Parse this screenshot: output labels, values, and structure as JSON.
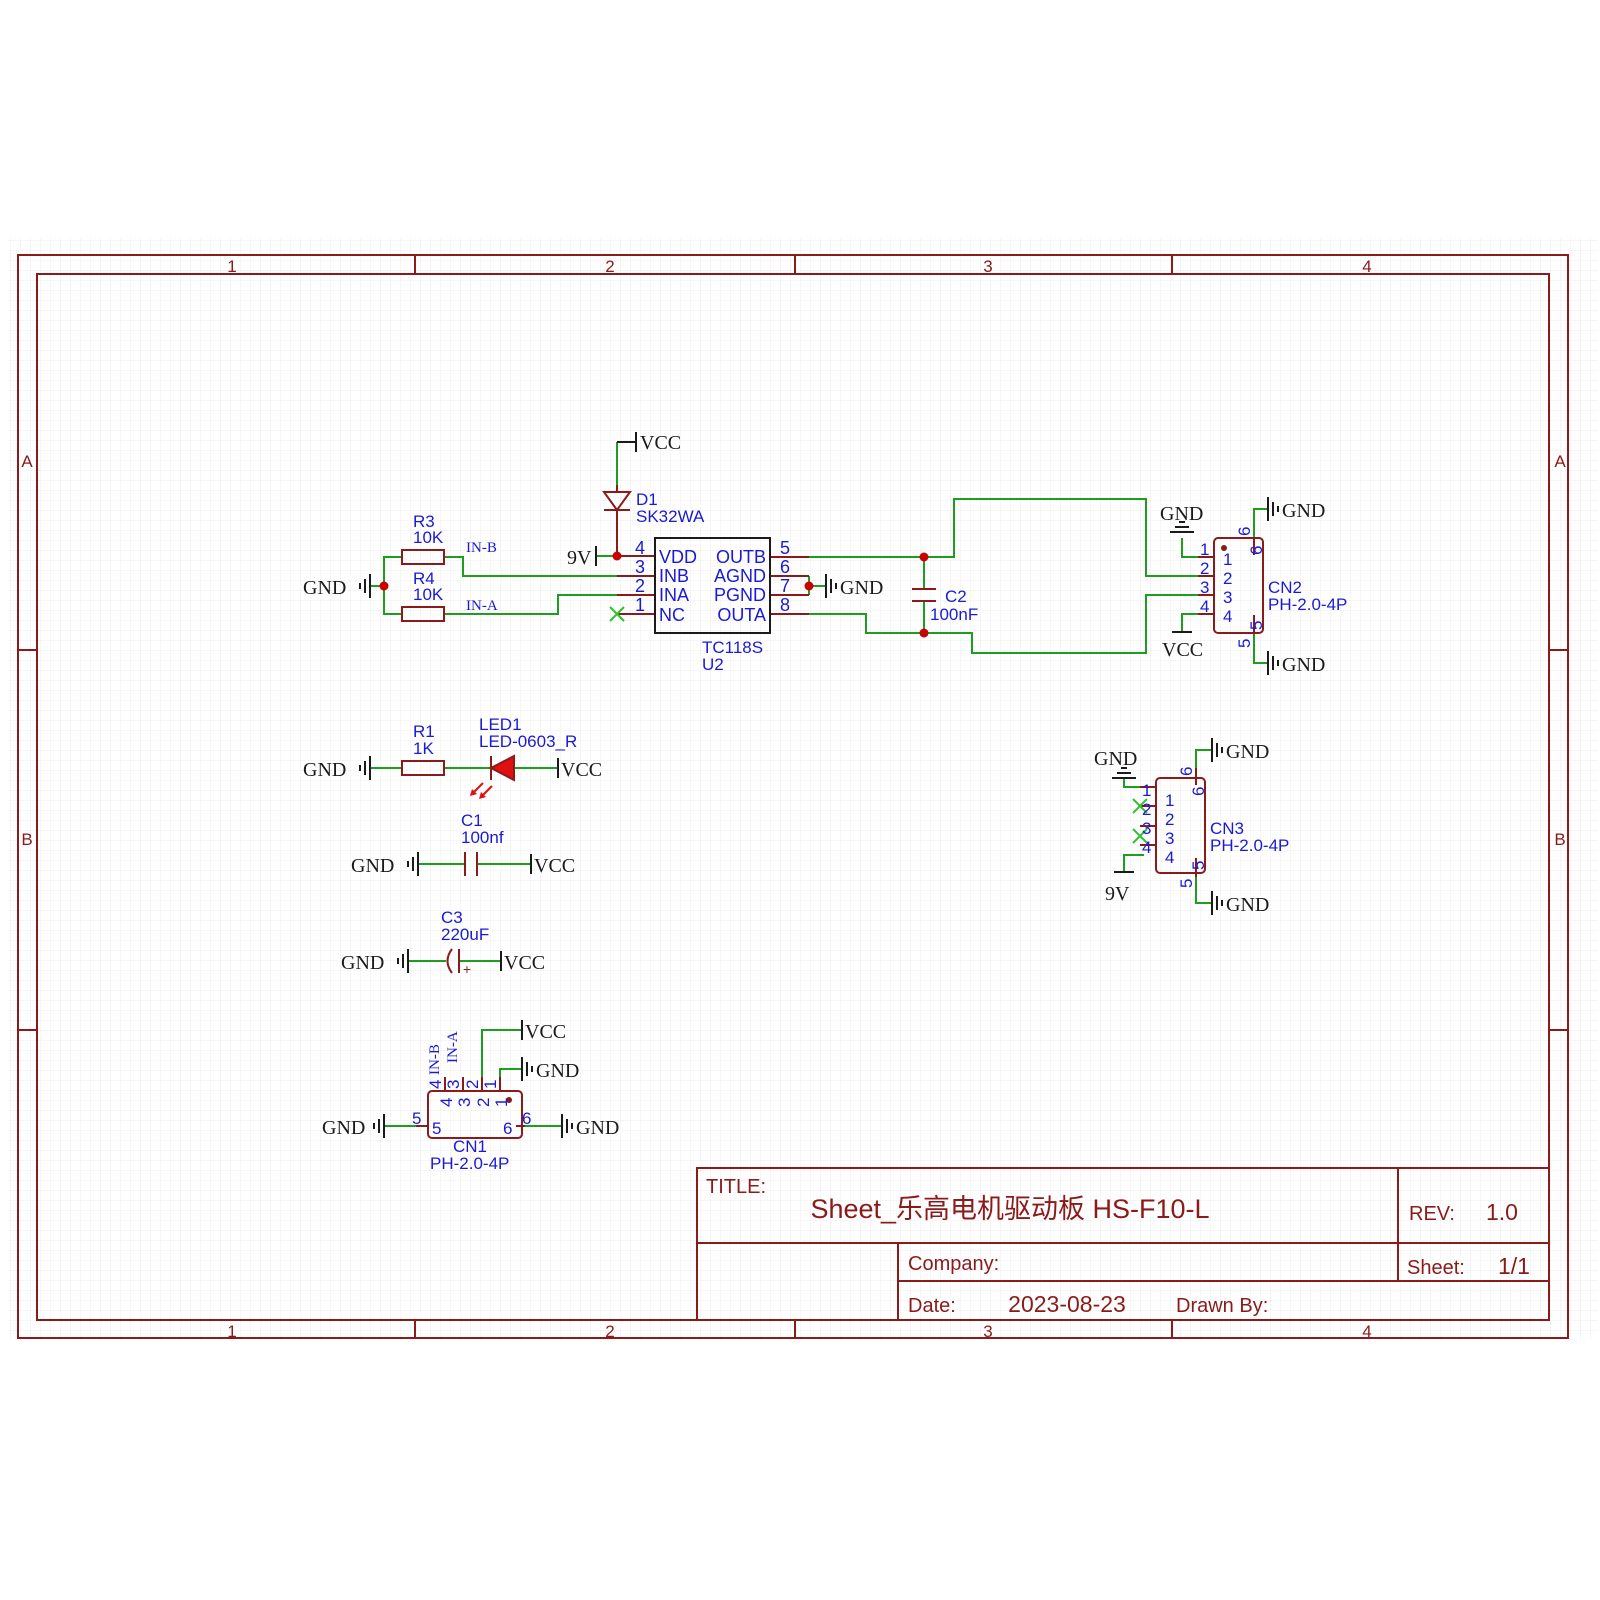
{
  "frame": {
    "columns": [
      "1",
      "2",
      "3",
      "4"
    ],
    "rows": [
      "A",
      "B"
    ]
  },
  "title_block": {
    "title_label": "TITLE:",
    "title": "Sheet_乐高电机驱动板 HS-F10-L",
    "rev_label": "REV:",
    "rev": "1.0",
    "company_label": "Company:",
    "sheet_label": "Sheet:",
    "sheet": "1/1",
    "date_label": "Date:",
    "date": "2023-08-23",
    "drawn_by_label": "Drawn By:"
  },
  "nets": {
    "vcc": "VCC",
    "gnd": "GND",
    "v9": "9V",
    "in_a": "IN-A",
    "in_b": "IN-B"
  },
  "components": {
    "d1": {
      "ref": "D1",
      "value": "SK32WA"
    },
    "r3": {
      "ref": "R3",
      "value": "10K"
    },
    "r4": {
      "ref": "R4",
      "value": "10K"
    },
    "u2": {
      "ref": "U2",
      "value": "TC118S",
      "left_pins": [
        {
          "num": "4",
          "name": "VDD"
        },
        {
          "num": "3",
          "name": "INB"
        },
        {
          "num": "2",
          "name": "INA"
        },
        {
          "num": "1",
          "name": "NC"
        }
      ],
      "right_pins": [
        {
          "num": "5",
          "name": "OUTB"
        },
        {
          "num": "6",
          "name": "AGND"
        },
        {
          "num": "7",
          "name": "PGND"
        },
        {
          "num": "8",
          "name": "OUTA"
        }
      ]
    },
    "c2": {
      "ref": "C2",
      "value": "100nF"
    },
    "cn2": {
      "ref": "CN2",
      "value": "PH-2.0-4P",
      "pins": [
        "1",
        "2",
        "3",
        "4",
        "5",
        "6"
      ]
    },
    "r1": {
      "ref": "R1",
      "value": "1K"
    },
    "led1": {
      "ref": "LED1",
      "value": "LED-0603_R"
    },
    "c1": {
      "ref": "C1",
      "value": "100nf"
    },
    "c3": {
      "ref": "C3",
      "value": "220uF",
      "polarity": "+"
    },
    "cn3": {
      "ref": "CN3",
      "value": "PH-2.0-4P",
      "pins": [
        "1",
        "2",
        "3",
        "4",
        "5",
        "6"
      ]
    },
    "cn1": {
      "ref": "CN1",
      "value": "PH-2.0-4P",
      "pins": [
        "1",
        "2",
        "3",
        "4",
        "5",
        "6"
      ]
    }
  },
  "colors": {
    "frame": "#8b1a1a",
    "wire": "#1e9e1e",
    "pin": "#8b1a1a",
    "text_blue": "#1a1ad6",
    "junction": "#cc0000",
    "led_fill": "#e01010",
    "grid": "#e6e6e6"
  }
}
